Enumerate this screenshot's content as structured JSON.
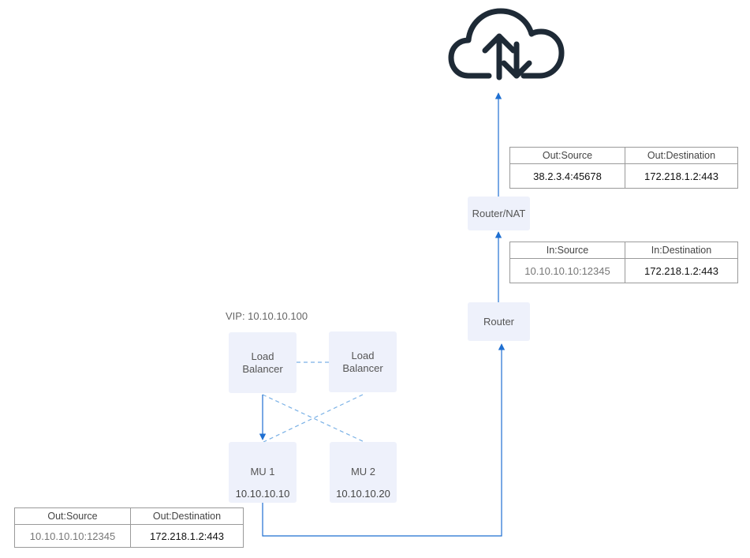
{
  "vip_label": "VIP: 10.10.10.100",
  "nodes": {
    "lb1": {
      "line1": "Load",
      "line2": "Balancer"
    },
    "lb2": {
      "line1": "Load",
      "line2": "Balancer"
    },
    "mu1": {
      "name": "MU 1",
      "ip": "10.10.10.10"
    },
    "mu2": {
      "name": "MU 2",
      "ip": "10.10.10.20"
    },
    "router": "Router",
    "router_nat": "Router/NAT"
  },
  "tables": {
    "bottom_left": {
      "headers": [
        "Out:Source",
        "Out:Destination"
      ],
      "row": [
        "10.10.10.10:12345",
        "172.218.1.2:443"
      ]
    },
    "middle_right": {
      "headers": [
        "In:Source",
        "In:Destination"
      ],
      "row": [
        "10.10.10.10:12345",
        "172.218.1.2:443"
      ]
    },
    "top_right": {
      "headers": [
        "Out:Source",
        "Out:Destination"
      ],
      "row": [
        "38.2.3.4:45678",
        "172.218.1.2:443"
      ]
    }
  },
  "colors": {
    "arrow": "#1f6fd1",
    "link": "#7ab1e6",
    "node_fill": "#eef1fb",
    "cloud": "#1e2a36"
  },
  "icons": {
    "cloud": "cloud-upload-download-icon"
  }
}
